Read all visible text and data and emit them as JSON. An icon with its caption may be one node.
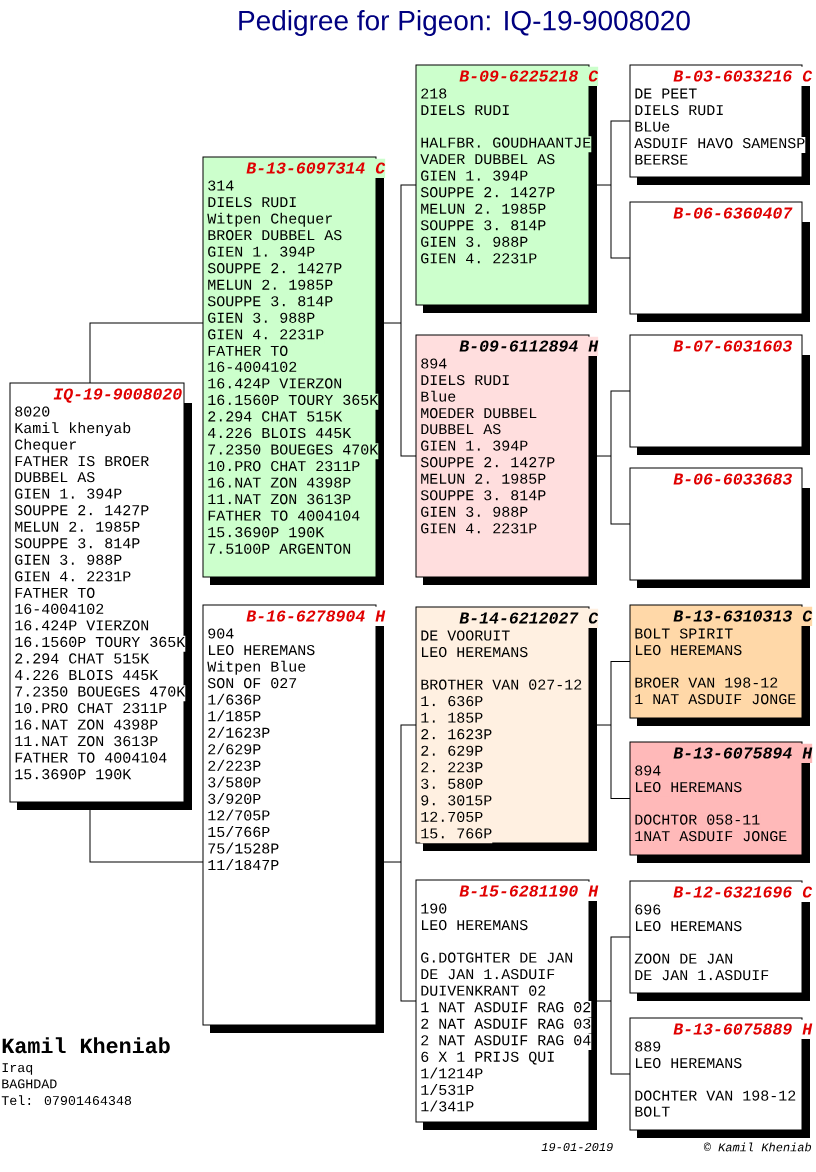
{
  "diagram": {
    "title": "Pedigree for Pigeon: IQ-19-9008020",
    "nodes": [
      {
        "text": [
          "IQ-19-9008020",
          "8020",
          "Kamil khenyab",
          "Chequer",
          "FATHER IS BROER DUBBEL AS",
          "GIEN 1. 394P",
          "SOUPPE 2. 1427P",
          "MELUN 2. 1985P",
          "SOUPPE 3. 814P",
          "GIEN 3. 988P",
          "GIEN 4. 2231P",
          "FATHER TO 16-4004102",
          "16.424P VIERZON",
          "16.1560P TOURY 365K",
          "2.294 CHAT 515K",
          "4.226 BLOIS 445K",
          "7.2350 BOUEGES 470K",
          "10.PRO CHAT 2311P",
          "16.NAT ZON 4398P",
          "11.NAT ZON 3613P",
          "FATHER TO 4004104",
          "15.3690P 190K"
        ]
      },
      {
        "text": [
          "B-13-6097314 C",
          "314",
          "DIELS RUDI",
          "Witpen Chequer",
          "BROER DUBBEL AS",
          "GIEN 1. 394P",
          "SOUPPE 2. 1427P",
          "MELUN 2. 1985P",
          "SOUPPE 3. 814P",
          "GIEN 3. 988P",
          "GIEN 4. 2231P",
          "FATHER TO 16-4004102",
          "16.424P VIERZON",
          "16.1560P TOURY 365K",
          "2.294 CHAT 515K",
          "4.226 BLOIS 445K",
          "7.2350 BOUEGES 470K",
          "10.PRO CHAT 2311P",
          "16.NAT ZON 4398P",
          "11.NAT ZON 3613P",
          "FATHER TO 4004104",
          "15.3690P 190K",
          "7.5100P ARGENTON"
        ]
      },
      {
        "text": [
          "B-16-6278904 H",
          "904",
          "LEO HEREMANS",
          "Witpen Blue",
          "SON OF 027",
          "1/636P",
          "1/185P",
          "2/1623P",
          "2/629P",
          "2/223P",
          "3/580P",
          "3/920P",
          "12/705P",
          "15/766P",
          "75/1528P",
          "11/1847P"
        ]
      },
      {
        "text": [
          "B-09-6225218 C",
          "218",
          "DIELS RUDI",
          "HALFBR. GOUDHAANTJE",
          "VADER DUBBEL AS",
          "GIEN 1. 394P",
          "SOUPPE 2. 1427P",
          "MELUN 2. 1985P",
          "SOUPPE 3. 814P",
          "GIEN 3. 988P",
          "GIEN 4. 2231P"
        ]
      },
      {
        "text": [
          "B-09-6112894 H",
          "894",
          "DIELS RUDI",
          "Blue",
          "MOEDER DUBBEL DUBBEL AS",
          "GIEN 1. 394P",
          "SOUPPE 2. 1427P",
          "MELUN 2. 1985P",
          "SOUPPE 3. 814P",
          "GIEN 3. 988P",
          "GIEN 4. 2231P"
        ]
      },
      {
        "text": [
          "B-14-6212027 C",
          "DE VOORUIT",
          "LEO HEREMANS",
          "BROTHER VAN 027-12",
          "1. 636P",
          "1. 185P",
          "2. 1623P",
          "2. 629P",
          "2. 223P",
          "3. 580P",
          "9. 3015P",
          "12.705P",
          "15. 766P"
        ]
      },
      {
        "text": [
          "B-15-6281190 H",
          "190",
          "LEO HEREMANS",
          "G.DOTGHTER DE JAN",
          "DE JAN 1.ASDUIF",
          "DUIVENKRANT 02",
          "1 NAT ASDUIF RAG 02",
          "2 NAT ASDUIF RAG 03",
          "2 NAT ASDUIF RAG 04",
          "6 X 1 PRIJS QUI",
          "1/1214P",
          "1/531P",
          "1/341P"
        ]
      },
      {
        "text": [
          "B-03-6033216 C",
          "DE PEET",
          "DIELS RUDI",
          "BLUe",
          "ASDUIF HAVO SAMENSP",
          "BEERSE"
        ]
      },
      {
        "text": [
          "B-06-6360407"
        ]
      },
      {
        "text": [
          "B-07-6031603"
        ]
      },
      {
        "text": [
          "B-06-6033683"
        ]
      },
      {
        "text": [
          "B-13-6310313 C",
          "BOLT SPIRIT",
          "LEO HEREMANS",
          "BROER VAN 198-12",
          "1 NAT ASDUIF JONGE"
        ]
      },
      {
        "text": [
          "B-13-6075894 H",
          "894",
          "LEO HEREMANS",
          "DOCHTOR 058-11",
          "1NAT ASDUIF JONGE"
        ]
      },
      {
        "text": [
          "B-12-6321696 C",
          "696",
          "LEO HEREMANS",
          "ZOON DE JAN",
          "DE JAN 1.ASDUIF"
        ]
      },
      {
        "text": [
          "B-13-6075889 H",
          "889",
          "LEO HEREMANS",
          "DOCHTER VAN 198-12 BOLT"
        ]
      }
    ],
    "edges": [
      {
        "from": 0,
        "to": 1,
        "arrow": "none"
      },
      {
        "from": 0,
        "to": 2,
        "arrow": "none"
      },
      {
        "from": 1,
        "to": 3,
        "arrow": "none"
      },
      {
        "from": 1,
        "to": 4,
        "arrow": "none"
      },
      {
        "from": 2,
        "to": 5,
        "arrow": "none"
      },
      {
        "from": 2,
        "to": 6,
        "arrow": "none"
      },
      {
        "from": 3,
        "to": 7,
        "arrow": "none"
      },
      {
        "from": 3,
        "to": 8,
        "arrow": "none"
      },
      {
        "from": 4,
        "to": 9,
        "arrow": "none"
      },
      {
        "from": 4,
        "to": 10,
        "arrow": "none"
      },
      {
        "from": 5,
        "to": 11,
        "arrow": "none"
      },
      {
        "from": 5,
        "to": 12,
        "arrow": "none"
      },
      {
        "from": 6,
        "to": 13,
        "arrow": "none"
      },
      {
        "from": 6,
        "to": 14,
        "arrow": "none"
      }
    ],
    "labels": [
      "Kamil Kheniab",
      "Iraq",
      "BAGHDAD",
      "Tel: 07901464348",
      "19-01-2019",
      "© Kamil Kheniab"
    ]
  }
}
